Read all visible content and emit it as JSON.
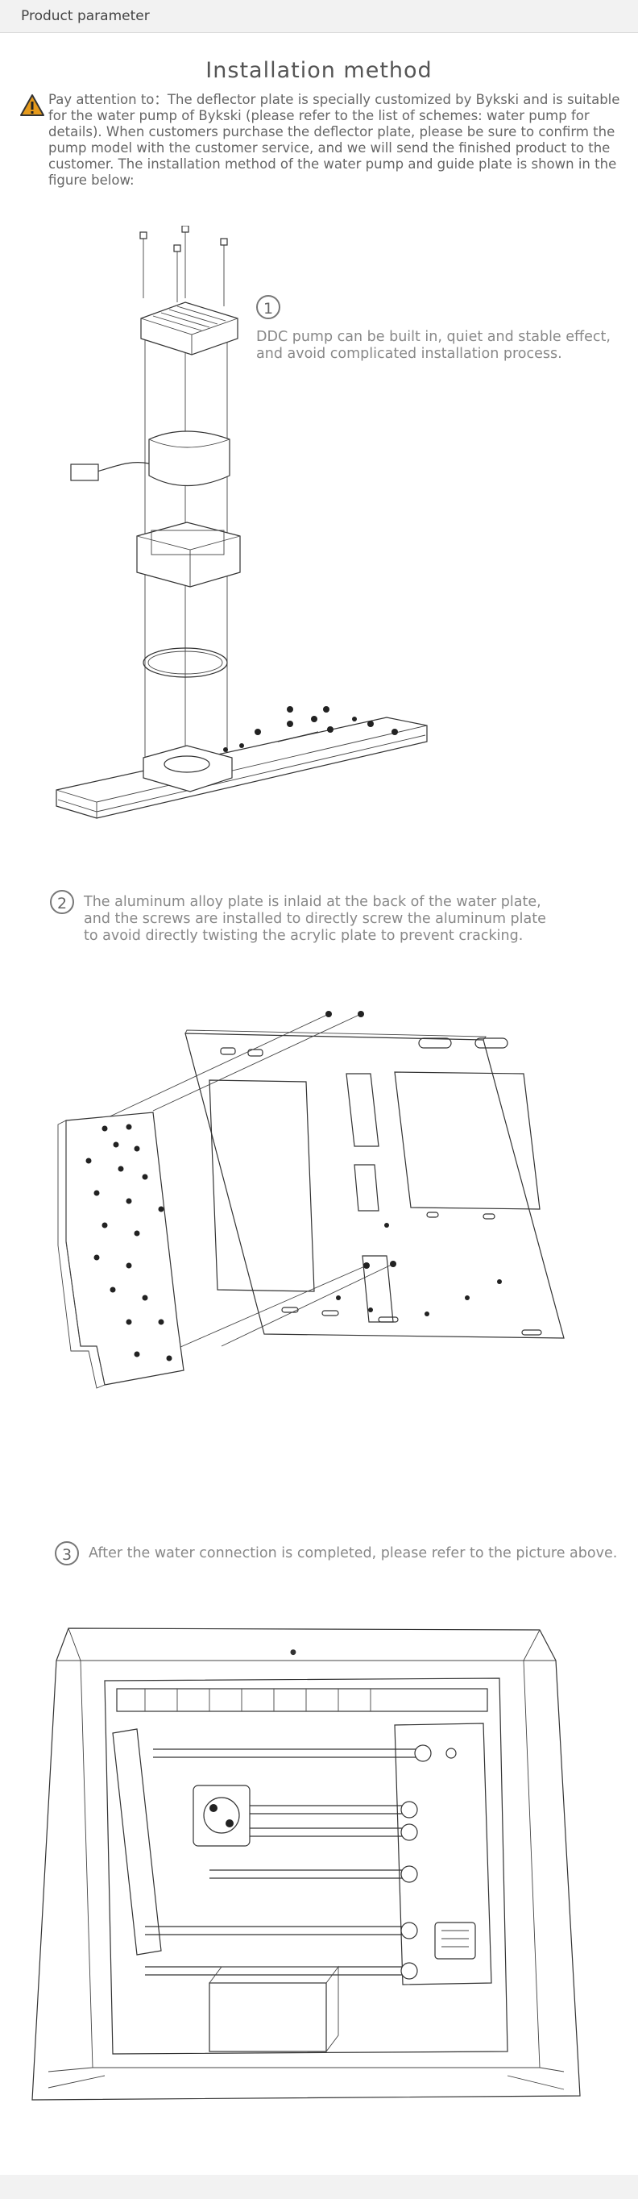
{
  "header": {
    "label": "Product parameter"
  },
  "title": "Installation method",
  "notice": {
    "icon": "warning-icon",
    "color": "#e59a1c",
    "text": "Pay attention to：The deflector plate is specially customized by Bykski and is suitable for the water pump of Bykski (please refer to the list of schemes: water pump for details). When customers purchase the deflector plate, please be sure to confirm the pump model with the customer service, and we will send the finished product to the customer. The installation method of the water pump and guide plate is shown in the figure below:"
  },
  "steps": [
    {
      "number": "1",
      "text_line1": "DDC pump can be built in, quiet and stable effect,",
      "text_line2": "and avoid complicated installation process."
    },
    {
      "number": "2",
      "text_line1": "The aluminum alloy plate is inlaid at the back of the water plate,",
      "text_line2": "and the screws are installed to directly screw the aluminum plate",
      "text_line3": "to avoid directly twisting the acrylic plate to prevent cracking."
    },
    {
      "number": "3",
      "text_line1": "After the water connection is completed, please refer to the picture above."
    }
  ]
}
